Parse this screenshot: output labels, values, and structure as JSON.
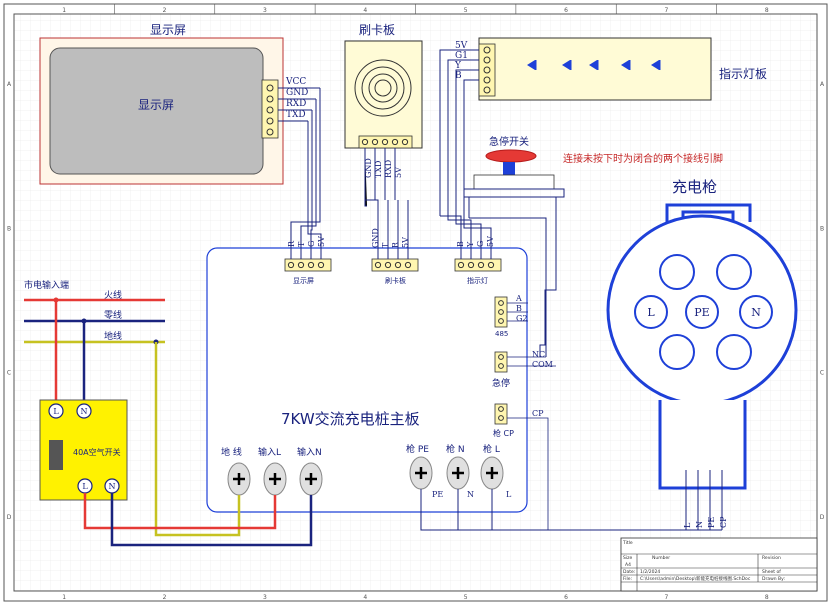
{
  "frame": {
    "top_ruler": [
      "1",
      "2",
      "3",
      "4",
      "5",
      "6",
      "7",
      "8"
    ],
    "side_ruler": [
      "A",
      "B",
      "C",
      "D"
    ]
  },
  "display": {
    "title": "显示屏",
    "center_label": "显示屏",
    "pins": [
      "VCC",
      "GND",
      "RXD",
      "TXD"
    ]
  },
  "card_reader": {
    "title": "刷卡板",
    "pins": [
      "GND",
      "TXD",
      "RXD",
      "5V"
    ]
  },
  "indicator": {
    "title": "指示灯板",
    "pins": [
      "5V",
      "G1",
      "Y",
      "B"
    ]
  },
  "estop": {
    "title": "急停开关",
    "note": "连接未按下时为闭合的两个接线引脚"
  },
  "gun": {
    "title": "充电枪",
    "pins": [
      "L",
      "PE",
      "N"
    ],
    "bottom_pins": [
      "L",
      "N",
      "PE",
      "CP"
    ]
  },
  "mainboard": {
    "title": "7KW交流充电桩主板",
    "connectors": [
      {
        "pins": [
          "R",
          "T",
          "G",
          "5V"
        ],
        "label": "显示屏"
      },
      {
        "pins": [
          "GND",
          "T",
          "R",
          "5V"
        ],
        "label": "刷卡板"
      },
      {
        "pins": [
          "B",
          "Y",
          "G",
          "5V"
        ],
        "label": "指示灯"
      }
    ],
    "rs485": {
      "pins": [
        "A",
        "B",
        "G2"
      ],
      "label": "485"
    },
    "estop_conn": {
      "pins": [
        "NC",
        "COM"
      ],
      "label": "急停"
    },
    "cp_conn": {
      "pins": [
        "CP"
      ],
      "label": "枪 CP"
    },
    "inputs": [
      "地 线",
      "输入L",
      "输入N"
    ],
    "outputs": [
      "枪 PE",
      "枪 N",
      "枪 L"
    ],
    "output_letters": [
      "PE",
      "N",
      "L"
    ]
  },
  "mains": {
    "title": "市电输入端",
    "fire": "火线",
    "neutral": "零线",
    "ground": "地线"
  },
  "breaker": {
    "label": "40A空气开关",
    "top_terminals": [
      "L",
      "N"
    ],
    "bottom_terminals": [
      "L",
      "N"
    ]
  },
  "title_block": {
    "title_label": "Title",
    "size_label": "Size",
    "size_value": "A4",
    "number_label": "Number",
    "revision_label": "Revision",
    "date_label": "Date:",
    "date_value": "1/2/2024",
    "sheet_label": "Sheet  of",
    "file_label": "File:",
    "file_value": "C:\\Users\\admin\\Desktop\\新能充电桩接线图.SchDoc",
    "drawn_label": "Drawn By:"
  },
  "colors": {
    "wire_blue": "#1a237e",
    "wire_red": "#e53935",
    "wire_yellow": "#c6c221",
    "component_blue": "#1e40d8",
    "panel_fill": "#fffbd6",
    "breaker_fill": "#fff200"
  }
}
